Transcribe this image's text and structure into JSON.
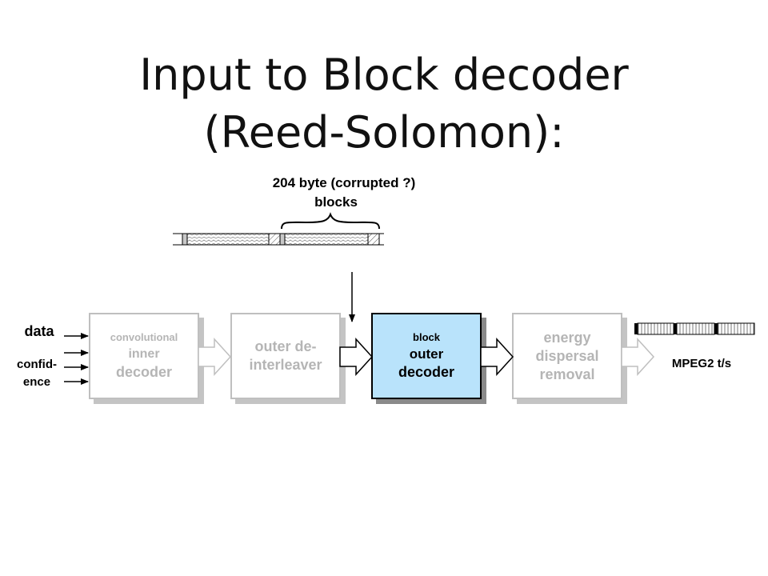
{
  "title_line1": "Input to Block decoder",
  "title_line2": "(Reed-Solomon):",
  "annotation": {
    "line1": "204 byte (corrupted ?)",
    "line2": "blocks"
  },
  "inputs": {
    "data": "data",
    "confidence_line1": "confid-",
    "confidence_line2": "ence"
  },
  "blocks": [
    {
      "line1": "convolutional",
      "line2": "inner",
      "line3": "decoder"
    },
    {
      "line1": "outer de-",
      "line2": "interleaver"
    },
    {
      "line1": "block",
      "line2": "outer",
      "line3": "decoder"
    },
    {
      "line1": "energy",
      "line2": "dispersal",
      "line3": "removal"
    }
  ],
  "output_label": "MPEG2 t/s",
  "colors": {
    "active_block_fill": "#b9e3fb",
    "inactive_border": "#bfbfbf",
    "inactive_text": "#b5b5b5"
  }
}
